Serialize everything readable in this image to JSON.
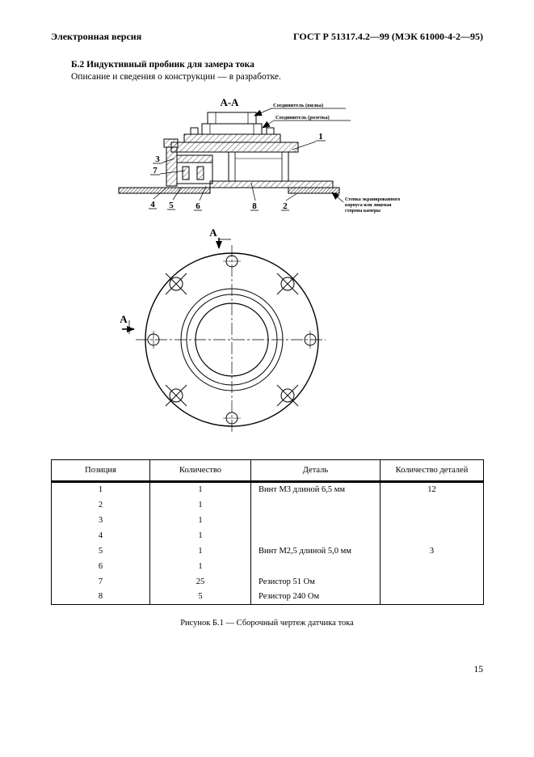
{
  "page": {
    "header_left": "Электронная версия",
    "header_right": "ГОСТ Р 51317.4.2—99 (МЭК 61000-4-2—95)",
    "section_heading": "Б.2  Индуктивный пробник для замера тока",
    "section_body": "Описание и сведения о конструкции — в разработке.",
    "figure_caption": "Рисунок Б.1 — Сборочный чертеж датчика тока",
    "page_number": "15"
  },
  "drawing": {
    "section_view_label": "А-А",
    "section_cut_letter": "А",
    "connector_plug_label": "Соединитель (вилка)",
    "connector_socket_label": "Соединитель (розетка)",
    "wall_note": [
      "Стенка экранированного",
      "корпуса или лицевая",
      "сторона камеры"
    ],
    "part_labels": [
      "1",
      "2",
      "3",
      "4",
      "5",
      "6",
      "7",
      "8"
    ]
  },
  "table": {
    "headers": [
      "Позиция",
      "Количество",
      "Деталь",
      "Количество деталей"
    ],
    "rows": [
      {
        "pos": "1",
        "qty": "1",
        "detail": "Винт М3 длиной 6,5 мм",
        "parts_count": "12"
      },
      {
        "pos": "2",
        "qty": "1",
        "detail": "",
        "parts_count": ""
      },
      {
        "pos": "3",
        "qty": "1",
        "detail": "",
        "parts_count": ""
      },
      {
        "pos": "4",
        "qty": "1",
        "detail": "",
        "parts_count": ""
      },
      {
        "pos": "5",
        "qty": "1",
        "detail": "Винт М2,5 длиной 5,0 мм",
        "parts_count": "3"
      },
      {
        "pos": "6",
        "qty": "1",
        "detail": "",
        "parts_count": ""
      },
      {
        "pos": "7",
        "qty": "25",
        "detail": "Резистор 51 Ом",
        "parts_count": ""
      },
      {
        "pos": "8",
        "qty": "5",
        "detail": "Резистор 240 Ом",
        "parts_count": ""
      }
    ]
  }
}
